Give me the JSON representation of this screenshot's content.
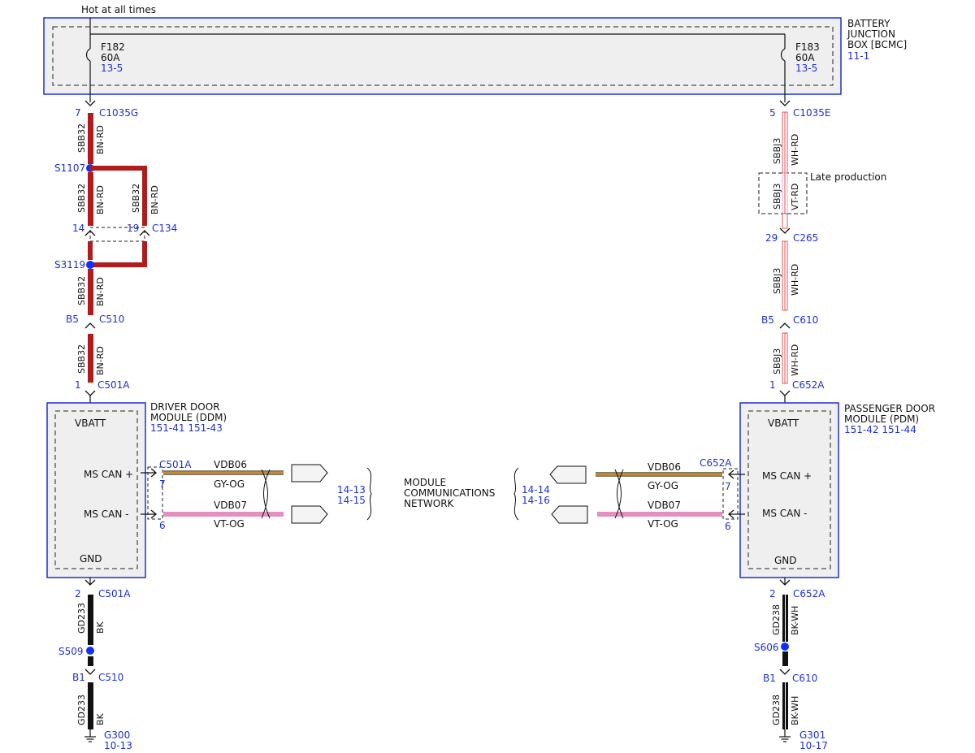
{
  "header": {
    "hot_label": "Hot at all times"
  },
  "bjb": {
    "title_lines": [
      "BATTERY",
      "JUNCTION",
      "BOX [BCMC]"
    ],
    "page_ref": "11-1",
    "fuse_left": {
      "id": "F182",
      "rating": "60A",
      "ref": "13-5"
    },
    "fuse_right": {
      "id": "F183",
      "rating": "60A",
      "ref": "13-5"
    }
  },
  "left": {
    "c1035g": {
      "pin": "7",
      "name": "C1035G"
    },
    "s1107": "S1107",
    "pin14": "14",
    "pin19": "19",
    "c134": "C134",
    "s3119": "S3119",
    "pinb5": "B5",
    "c510": "C510",
    "pin1": "1",
    "c501a": "C501A",
    "wire_id": "SBB32",
    "wire_color": "BN-RD",
    "module": {
      "title_lines": [
        "DRIVER DOOR",
        "MODULE (DDM)"
      ],
      "refs": "151-41  151-43",
      "vbatt": "VBATT",
      "can_plus": "MS CAN +",
      "can_minus": "MS CAN -",
      "gnd": "GND"
    },
    "can_conn": "C501A",
    "can_pin_plus": "7",
    "can_pin_minus": "6",
    "wire_plus_id": "VDB06",
    "wire_plus_color": "GY-OG",
    "wire_minus_id": "VDB07",
    "wire_minus_color": "VT-OG",
    "refs_right": [
      "14-13",
      "14-15"
    ],
    "gnd_pin": "2",
    "gnd_conn": "C501A",
    "gnd_wire_id": "GD233",
    "gnd_wire_color": "BK",
    "splice_gnd": "S509",
    "gnd_pin_b1": "B1",
    "gnd_conn2": "C510",
    "ground": "G300",
    "ground_ref": "10-13"
  },
  "center": {
    "network_lines": [
      "MODULE",
      "COMMUNICATIONS",
      "NETWORK"
    ]
  },
  "right": {
    "c1035e": {
      "pin": "5",
      "name": "C1035E"
    },
    "wire_id": "SBBJ3",
    "wire_color": "WH-RD",
    "late_wire_color": "VT-RD",
    "late_label": "Late production",
    "pin29": "29",
    "c265": "C265",
    "pinb5": "B5",
    "c610": "C610",
    "pin1": "1",
    "c652a": "C652A",
    "module": {
      "title_lines": [
        "PASSENGER DOOR",
        "MODULE (PDM)"
      ],
      "refs": "151-42  151-44",
      "vbatt": "VBATT",
      "can_plus": "MS CAN +",
      "can_minus": "MS CAN -",
      "gnd": "GND"
    },
    "can_conn": "C652A",
    "can_pin_plus": "7",
    "can_pin_minus": "6",
    "wire_plus_id": "VDB06",
    "wire_plus_color": "GY-OG",
    "wire_minus_id": "VDB07",
    "wire_minus_color": "VT-OG",
    "refs_left": [
      "14-14",
      "14-16"
    ],
    "gnd_pin": "2",
    "gnd_conn": "C652A",
    "gnd_wire_id": "GD238",
    "gnd_wire_color": "BK-WH",
    "splice_gnd": "S606",
    "gnd_pin_b1": "B1",
    "gnd_conn2": "C610",
    "ground": "G301",
    "ground_ref": "10-17"
  },
  "colors": {
    "box_outline": "#1f2fd6",
    "ref_text": "#1f2fd6",
    "splice_dot": "#1030ff",
    "bn_rd": "#b01c1c",
    "wh_rd_stripe": "#d93030",
    "bk": "#111111",
    "gy_og_stripe": "#d08a2a",
    "gy_og_base": "#808070",
    "vt_og": "#e58fc0",
    "box_fill": "#efefef"
  }
}
